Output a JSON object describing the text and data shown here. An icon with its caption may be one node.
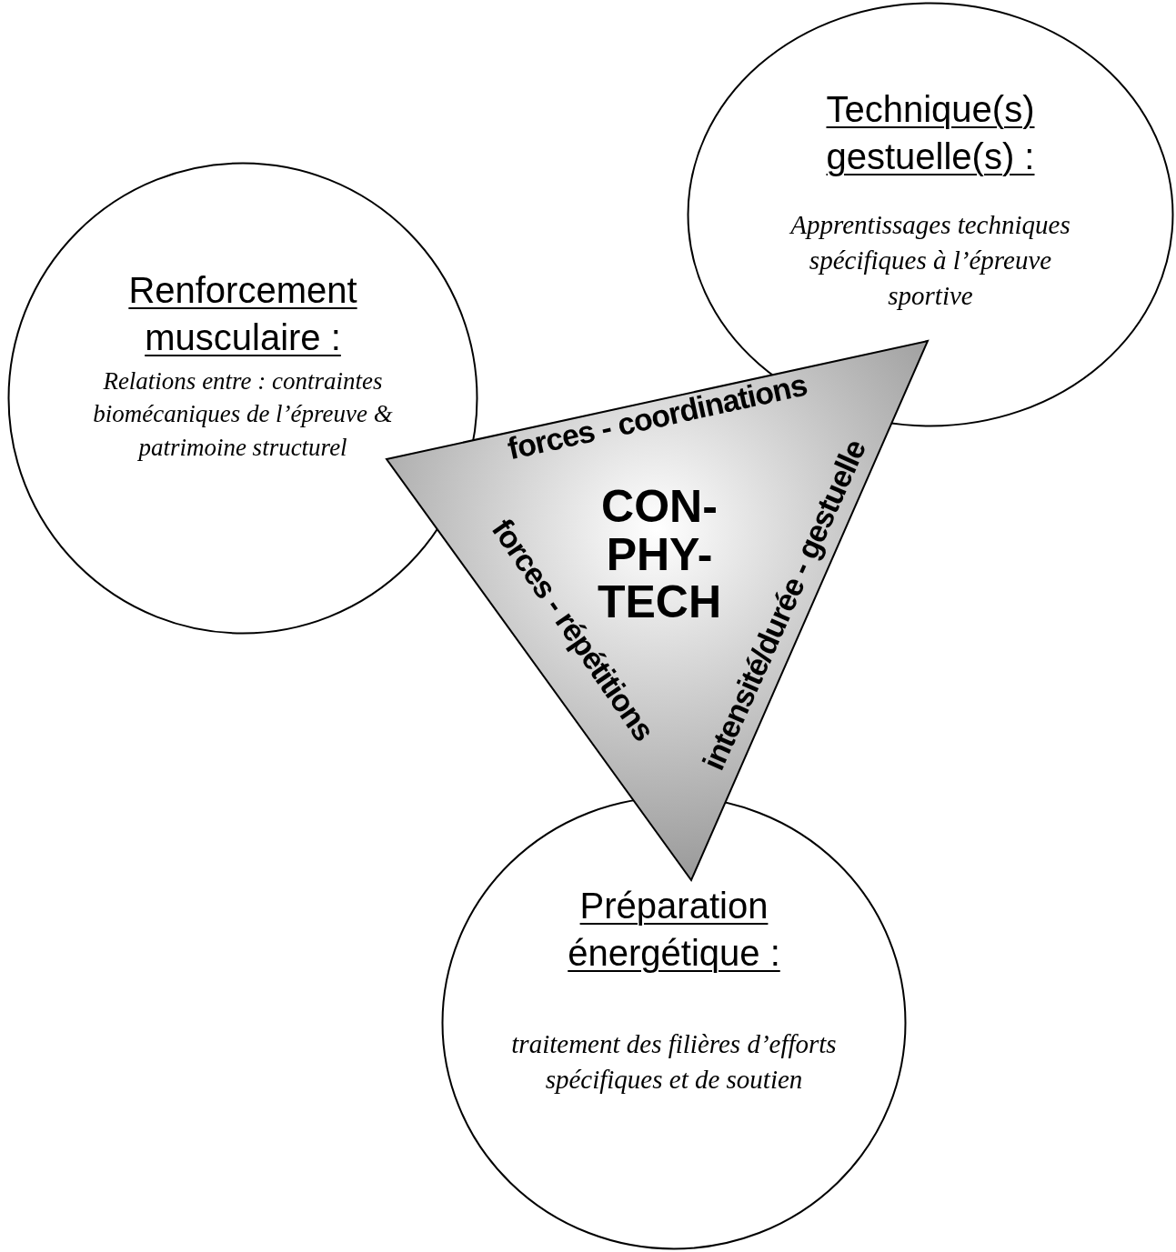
{
  "diagram": {
    "nodes": [
      {
        "text": [
          "Technique(s) gestuelle(s) :",
          "Apprentissages techniques spécifiques à l’épreuve sportive"
        ]
      },
      {
        "text": [
          "Renforcement musculaire :",
          "Relations entre : contraintes biomécaniques de l’épreuve & patrimoine structurel"
        ]
      },
      {
        "text": [
          "CON- PHY- TECH",
          "forces - coordinations",
          "forces - répétitions",
          "intensité/durée - gestuelle"
        ]
      },
      {
        "text": [
          "Préparation énergétique :",
          "traitement des filières d’efforts spécifiques et de soutien"
        ]
      }
    ]
  }
}
